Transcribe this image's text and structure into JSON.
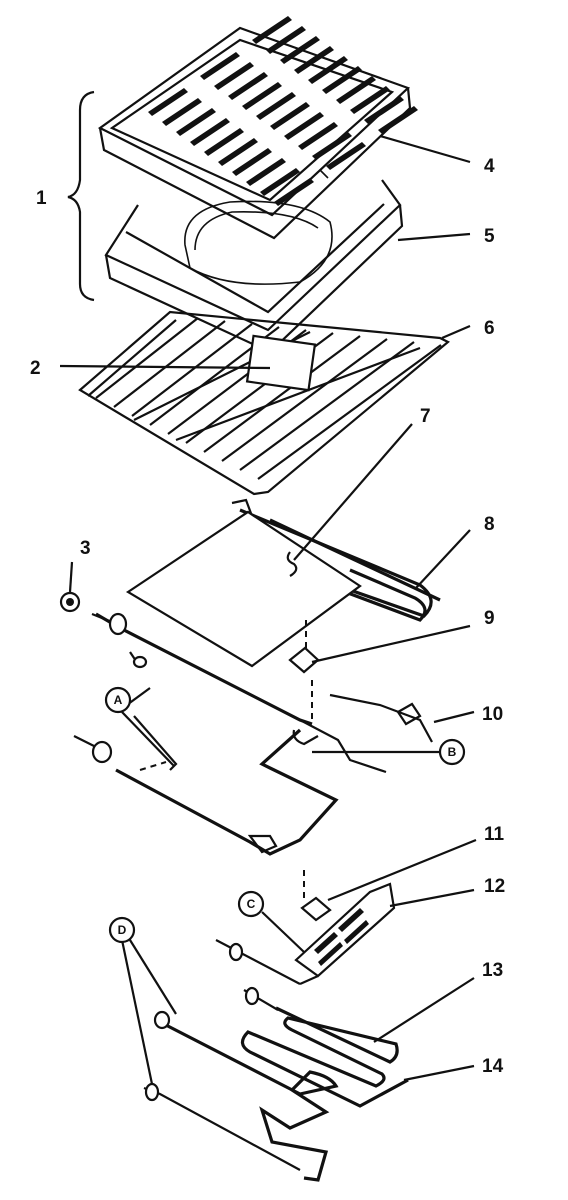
{
  "callouts": {
    "c1": "1",
    "c2": "2",
    "c3": "3",
    "c4": "4",
    "c5": "5",
    "c6": "6",
    "c7": "7",
    "c8": "8",
    "c9": "9",
    "c10": "10",
    "c11": "11",
    "c12": "12",
    "c13": "13",
    "c14": "14"
  },
  "circled": {
    "a": "A",
    "b": "B",
    "c": "C",
    "d": "D"
  },
  "colors": {
    "ink": "#111111",
    "paper": "#ffffff"
  }
}
